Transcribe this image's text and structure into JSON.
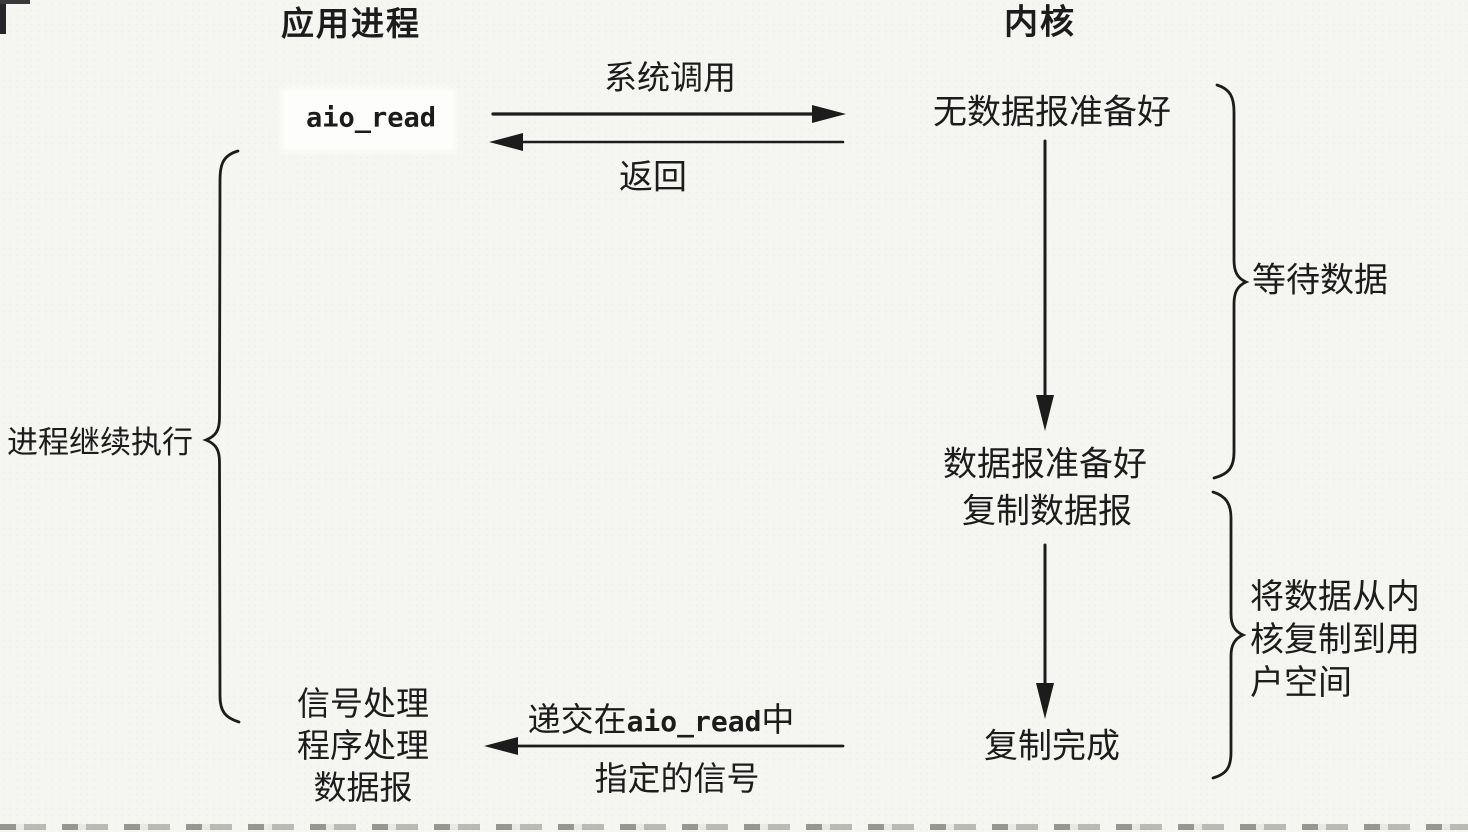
{
  "diagram": {
    "title_left": "应用进程",
    "title_right": "内核",
    "labels": {
      "aio_read": "aio_read",
      "system_call": "系统调用",
      "return": "返回",
      "no_datagram_ready": "无数据报准备好",
      "datagram_ready": "数据报准备好",
      "copy_datagram": "复制数据报",
      "copy_complete": "复制完成",
      "wait_for_data": "等待数据",
      "copy_to_user_line1": "将数据从内",
      "copy_to_user_line2": "核复制到用",
      "copy_to_user_line3": "户空间",
      "process_continues": "进程继续执行",
      "signal_handler_line1": "信号处理",
      "signal_handler_line2": "程序处理",
      "signal_handler_line3": "数据报",
      "deliver_signal_prefix": "递交在",
      "deliver_signal_code": "aio_read",
      "deliver_signal_suffix": "中",
      "deliver_signal_line2": "指定的信号"
    },
    "colors": {
      "ink": "#1c1c1c",
      "background": "#f5f5f2",
      "aio_read_box": "#fdfdfc"
    }
  }
}
